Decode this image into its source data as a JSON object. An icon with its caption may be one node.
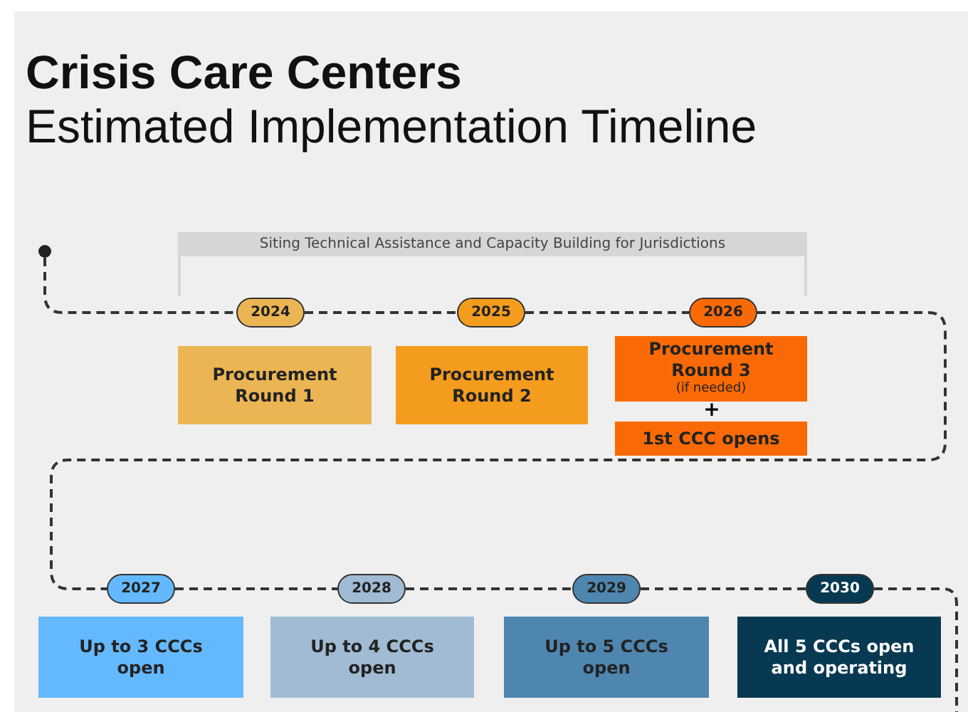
{
  "diagram": {
    "title": "Crisis Care Centers",
    "nodes": [
      {
        "text": [
          "Siting Technical Assistance and Capacity Building for Jurisdictions"
        ]
      },
      {
        "text": [],
        "shape": "circle"
      },
      {
        "text": [
          "2024"
        ]
      },
      {
        "text": [
          "Procurement Round 1"
        ]
      },
      {
        "text": [
          "2025"
        ]
      },
      {
        "text": [
          "Procurement Round 2"
        ]
      },
      {
        "text": [
          "2026"
        ]
      },
      {
        "text": [
          "Procurement Round 3",
          "(if needed)"
        ]
      },
      {
        "text": [
          "1st CCC opens"
        ]
      },
      {
        "text": [
          "2027"
        ]
      },
      {
        "text": [
          "Up to 3 CCCs open"
        ]
      },
      {
        "text": [
          "2028"
        ]
      },
      {
        "text": [
          "Up to 4 CCCs open"
        ]
      },
      {
        "text": [
          "2029"
        ]
      },
      {
        "text": [
          "Up to 5 CCCs open"
        ]
      },
      {
        "text": [
          "2030"
        ]
      },
      {
        "text": [
          "All 5 CCCs open and operating"
        ]
      }
    ],
    "edges": [
      {
        "from": 1,
        "to": 2,
        "arrow": "none",
        "style": "dashed"
      },
      {
        "from": 2,
        "to": 4,
        "arrow": "none",
        "style": "dashed"
      },
      {
        "from": 4,
        "to": 6,
        "arrow": "none",
        "style": "dashed"
      },
      {
        "from": 6,
        "to": 9,
        "arrow": "none",
        "style": "dashed"
      },
      {
        "from": 9,
        "to": 11,
        "arrow": "none",
        "style": "dashed"
      },
      {
        "from": 11,
        "to": 13,
        "arrow": "none",
        "style": "dashed"
      },
      {
        "from": 13,
        "to": 15,
        "arrow": "none",
        "style": "dashed"
      },
      {
        "from": 15,
        "to": null,
        "arrow": "none",
        "style": "dashed"
      }
    ],
    "labels": [
      "Estimated Implementation Timeline",
      "+"
    ]
  }
}
